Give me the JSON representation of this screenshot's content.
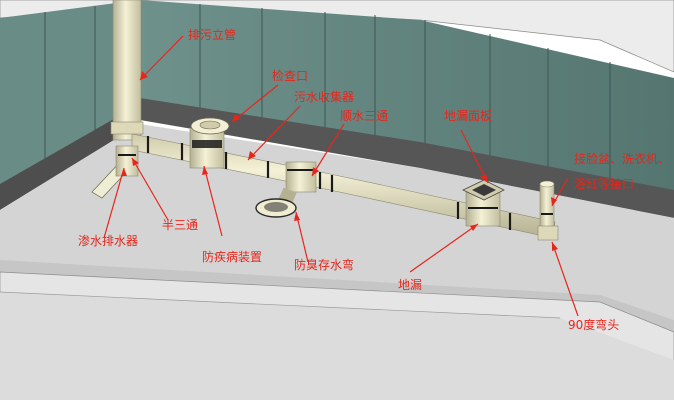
{
  "colors": {
    "annotation": "#e8251b",
    "pipe": "#e9e6c6",
    "pipe_shadow": "#b7b395",
    "pipe_band": "#1a1a1a",
    "wall_tile": "#5d7f7a",
    "wall_base": "#5a5a5a",
    "floor": "#d6d6d6",
    "slab_top": "#e6e6e6",
    "slab_side": "#a9a9a9"
  },
  "labels": {
    "vertical_drain_stack": "排污立管",
    "cleanout": "检查口",
    "sewage_collector": "污水收集器",
    "sweep_tee": "顺水三通",
    "floor_drain_cover": "地漏面板",
    "fixture_connection_line1": "接脸盆、洗衣机、",
    "fixture_connection_line2": "浴缸等接口",
    "seepage_drain": "渗水排水器",
    "half_tee": "半三通",
    "anti_disease_device": "防疾病装置",
    "odor_trap": "防臭存水弯",
    "floor_drain": "地漏",
    "elbow_90": "90度弯头"
  }
}
